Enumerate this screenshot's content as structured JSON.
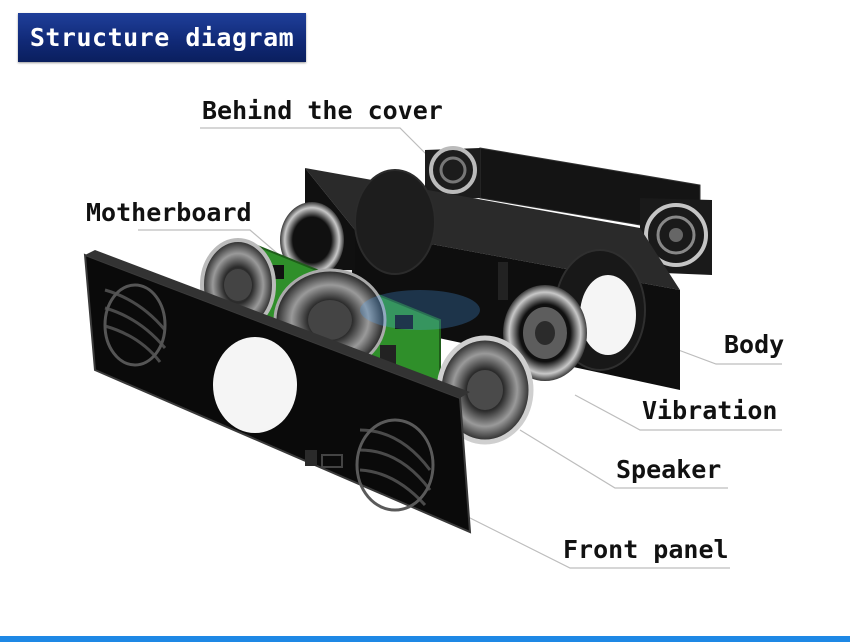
{
  "title": "Structure diagram",
  "labels": {
    "behind_cover": "Behind the cover",
    "motherboard": "Motherboard",
    "body": "Body",
    "vibration": "Vibration",
    "speaker": "Speaker",
    "front_panel": "Front panel"
  },
  "colors": {
    "title_bg": "#12297a",
    "accent_bar": "#1e88e5",
    "pcb": "#2f8f2a",
    "frame": "#161616"
  }
}
